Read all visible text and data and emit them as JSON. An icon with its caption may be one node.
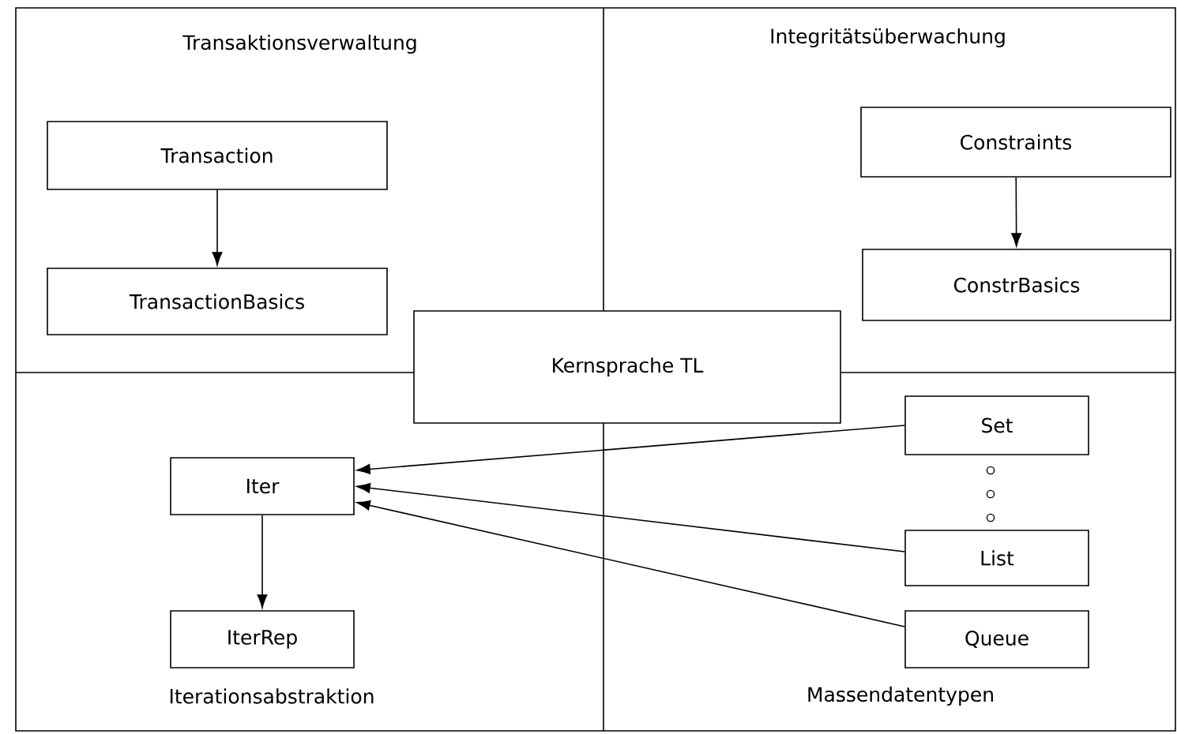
{
  "diagram": {
    "nodes": [
      {
        "text": [
          "Transaction"
        ]
      },
      {
        "text": [
          "TransactionBasics"
        ]
      },
      {
        "text": [
          "Constraints"
        ]
      },
      {
        "text": [
          "ConstrBasics"
        ]
      },
      {
        "text": [
          "Kernsprache TL"
        ]
      },
      {
        "text": [
          "Iter"
        ]
      },
      {
        "text": [
          "IterRep"
        ]
      },
      {
        "text": [
          "Set"
        ]
      },
      {
        "text": [
          "List"
        ]
      },
      {
        "text": [
          "Queue"
        ]
      }
    ],
    "edges": [
      {
        "from": 0,
        "to": 1,
        "arrow": "to"
      },
      {
        "from": 2,
        "to": 3,
        "arrow": "to"
      },
      {
        "from": 7,
        "to": 5,
        "arrow": "to"
      },
      {
        "from": 8,
        "to": 5,
        "arrow": "to"
      },
      {
        "from": 9,
        "to": 5,
        "arrow": "to"
      },
      {
        "from": 5,
        "to": 6,
        "arrow": "to"
      }
    ],
    "labels": [
      "Transaktionsverwaltung",
      "Integritätsüberwachung",
      "Iterationsabstraktion",
      "Massendatentypen"
    ]
  }
}
